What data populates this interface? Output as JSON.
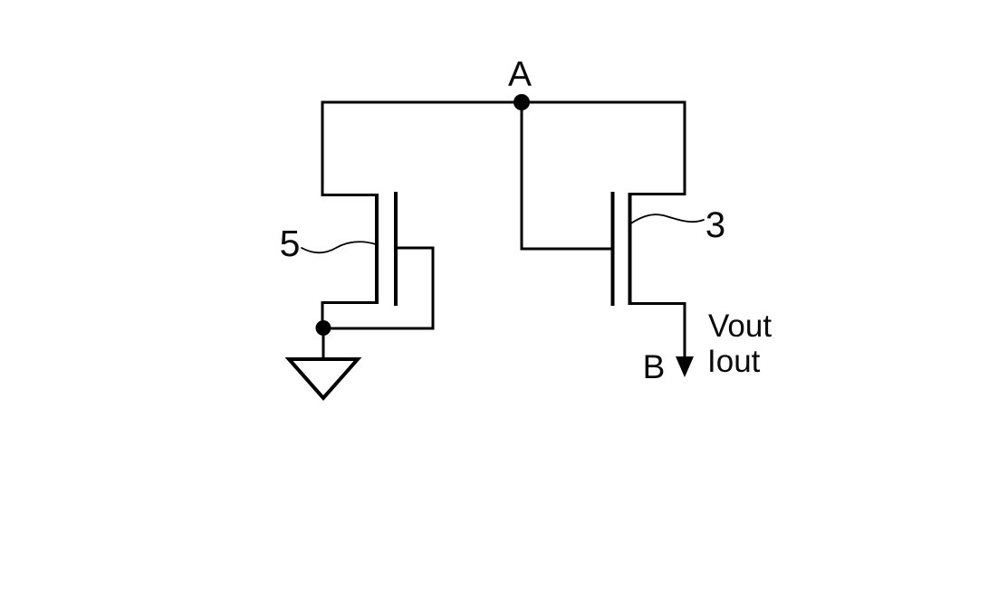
{
  "figure": {
    "type": "circuit-schematic",
    "background_color": "#ffffff",
    "line_color": "#000000",
    "labels": {
      "node_a": "A",
      "node_b": "B",
      "ref_left_transistor": "5",
      "ref_right_transistor": "3",
      "output_voltage": "Vout",
      "output_current": "Iout"
    },
    "components": {
      "left_transistor": "diode-connected MOSFET ref 5, source and gate tied to ground node",
      "right_transistor": "output MOSFET ref 3, gate tied to node A, drain tied to node A rail, source to output B",
      "ground_symbol": "open triangle ground below left transistor",
      "output_arrow": "downward arrow at node B with Vout and Iout labels"
    }
  }
}
